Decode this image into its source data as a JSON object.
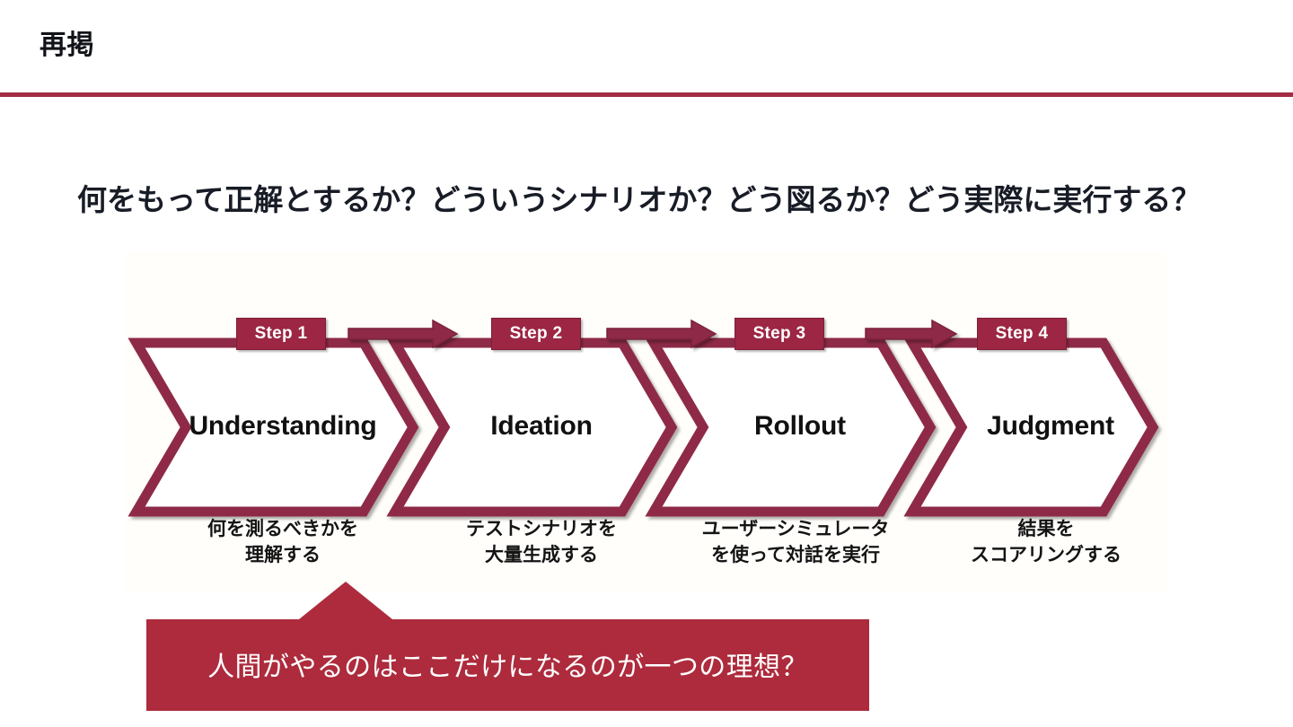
{
  "slide": {
    "title": "再掲",
    "lead_text": "何をもって正解とするか？どういうシナリオか？どう図るか？どう実際に実行する？"
  },
  "colors": {
    "accent_rule": "#a32d43",
    "chevron_outline": "#8e2947",
    "badge_fill": "#9c2643",
    "callout_fill": "#ad2b3c",
    "chevron_fill": "#ffffff",
    "text_dark": "#111318"
  },
  "flow": {
    "arrow_icon_name": "right-arrow-icon",
    "steps": [
      {
        "badge": "Step 1",
        "title": "Understanding",
        "caption_line1": "何を測るべきかを",
        "caption_line2": "理解する"
      },
      {
        "badge": "Step 2",
        "title": "Ideation",
        "caption_line1": "テストシナリオを",
        "caption_line2": "大量生成する"
      },
      {
        "badge": "Step 3",
        "title": "Rollout",
        "caption_line1": "ユーザーシミュレータ",
        "caption_line2": "を使って対話を実行"
      },
      {
        "badge": "Step 4",
        "title": "Judgment",
        "caption_line1": "結果を",
        "caption_line2": "スコアリングする"
      }
    ]
  },
  "callout": {
    "text": "人間がやるのはここだけになるのが一つの理想？"
  }
}
